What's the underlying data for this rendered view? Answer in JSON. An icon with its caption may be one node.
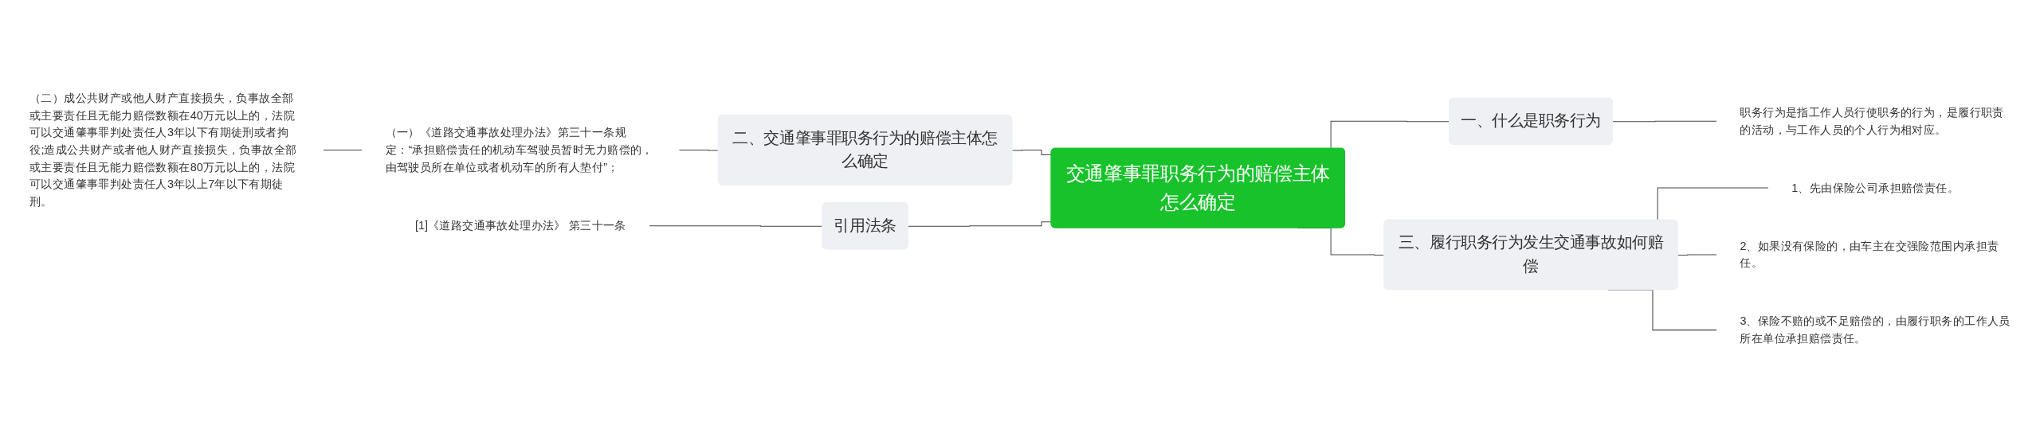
{
  "diagram": {
    "nodes": [
      {
        "text": [
          "交通肇事罪职务行为的赔偿主体怎么确定"
        ]
      },
      {
        "text": [
          "二、交通肇事罪职务行为的赔偿主体怎么确定"
        ]
      },
      {
        "text": [
          "（一）《道路交通事故处理办法》第三十一条规定：“承担赔偿责任的机动车驾驶员暂时无力赔偿的，由驾驶员所在单位或者机动车的所有人垫付”；"
        ]
      },
      {
        "text": [
          "（二）成公共财产或他人财产直接损失，负事故全部或主要责任且无能力赔偿数额在40万元以上的，法院可以交通肇事罪判处责任人3年以下有期徒刑或者拘役;造成公共财产或者他人财产直接损失，负事故全部或主要责任且无能力赔偿数额在80万元以上的，法院可以交通肇事罪判处责任人3年以上7年以下有期徒刑。"
        ]
      },
      {
        "text": [
          "引用法条"
        ]
      },
      {
        "text": [
          "[1]《道路交通事故处理办法》 第三十一条"
        ]
      },
      {
        "text": [
          "一、什么是职务行为"
        ]
      },
      {
        "text": [
          "职务行为是指工作人员行使职务的行为，是履行职责的活动，与工作人员的个人行为相对应。"
        ]
      },
      {
        "text": [
          "三、履行职务行为发生交通事故如何赔偿"
        ]
      },
      {
        "text": [
          "1、先由保险公司承担赔偿责任。"
        ]
      },
      {
        "text": [
          "2、如果没有保险的，由车主在交强险范围内承担责任。"
        ]
      },
      {
        "text": [
          "3、保险不赔的或不足赔偿的，由履行职务的工作人员所在单位承担赔偿责任。"
        ]
      }
    ],
    "edges": [
      {
        "from": 1,
        "to": 0,
        "arrow": "none"
      },
      {
        "from": 2,
        "to": 1,
        "arrow": "none"
      },
      {
        "from": 3,
        "to": 2,
        "arrow": "none"
      },
      {
        "from": 4,
        "to": 0,
        "arrow": "none"
      },
      {
        "from": 5,
        "to": 4,
        "arrow": "none"
      },
      {
        "from": 0,
        "to": 6,
        "arrow": "none"
      },
      {
        "from": 6,
        "to": 7,
        "arrow": "none"
      },
      {
        "from": 0,
        "to": 8,
        "arrow": "none"
      },
      {
        "from": 8,
        "to": 9,
        "arrow": "none"
      },
      {
        "from": 8,
        "to": 10,
        "arrow": "none"
      },
      {
        "from": 8,
        "to": 11,
        "arrow": "none"
      }
    ]
  }
}
